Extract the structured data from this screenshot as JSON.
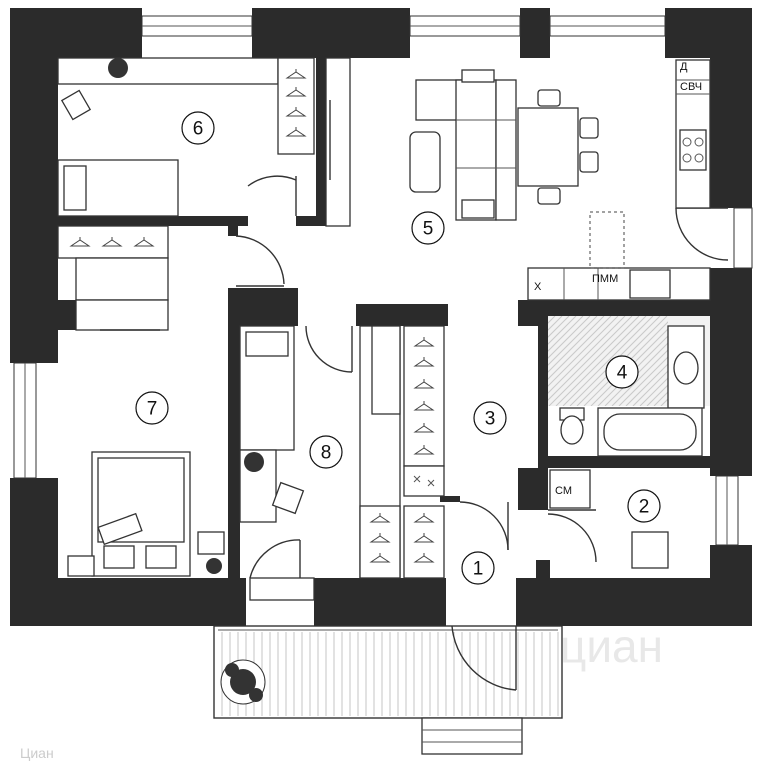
{
  "rooms": [
    {
      "id": "room-1",
      "number": "1"
    },
    {
      "id": "room-2",
      "number": "2"
    },
    {
      "id": "room-3",
      "number": "3"
    },
    {
      "id": "room-4",
      "number": "4"
    },
    {
      "id": "room-5",
      "number": "5"
    },
    {
      "id": "room-6",
      "number": "6"
    },
    {
      "id": "room-7",
      "number": "7"
    },
    {
      "id": "room-8",
      "number": "8"
    }
  ],
  "labels": {
    "fridge": "Х",
    "dishwasher": "ПММ",
    "microwave": "СВЧ",
    "d_mark": "Д",
    "washing_machine": "СМ"
  },
  "watermark": {
    "bottom_right": "циан",
    "bottom_left": "Циан"
  },
  "colors": {
    "wall": "#2b2b2b",
    "floor": "#ffffff",
    "line": "#333333"
  }
}
